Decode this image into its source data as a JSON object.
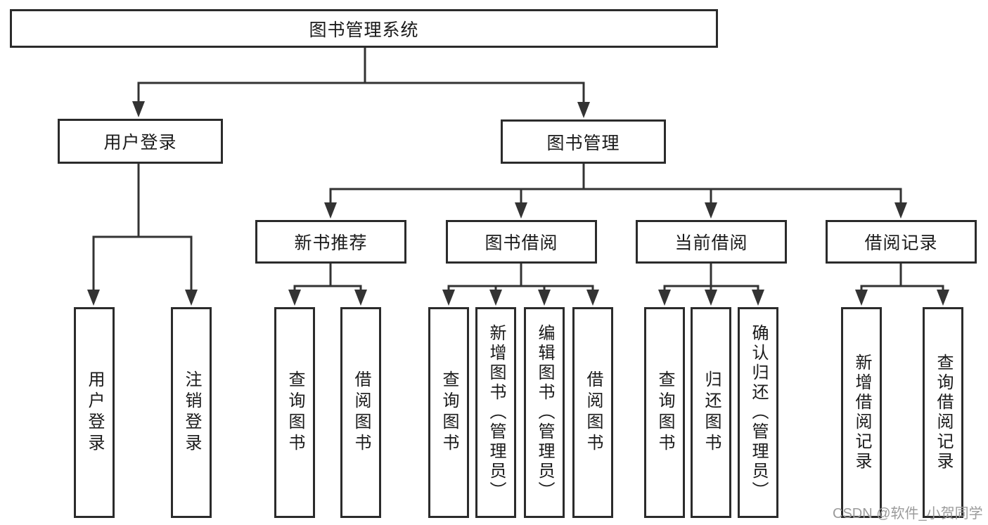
{
  "diagram_title": "图书管理系统",
  "nodes": {
    "root": "图书管理系统",
    "user_login": "用户登录",
    "book_management": "图书管理",
    "new_book_rec": "新书推荐",
    "book_borrow": "图书借阅",
    "current_borrow": "当前借阅",
    "borrow_record": "借阅记录",
    "leaf_user_login": "用户登录",
    "leaf_logout": "注销登录",
    "leaf_query_book_1": "查询图书",
    "leaf_borrow_book_1": "借阅图书",
    "leaf_query_book_2": "查询图书",
    "leaf_add_book": "新增图书（管理员）",
    "leaf_edit_book": "编辑图书（管理员）",
    "leaf_borrow_book_2": "借阅图书",
    "leaf_query_book_3": "查询图书",
    "leaf_return_book": "归还图书",
    "leaf_confirm_return": "确认归还（管理员）",
    "leaf_add_record": "新增借阅记录",
    "leaf_query_record": "查询借阅记录"
  },
  "watermark": "CSDN @软件_小贺同学",
  "colors": {
    "line": "#333333",
    "box_border": "#2b2b2b",
    "text": "#1a1a1a",
    "watermark": "#9b9b9b",
    "background": "#ffffff"
  }
}
